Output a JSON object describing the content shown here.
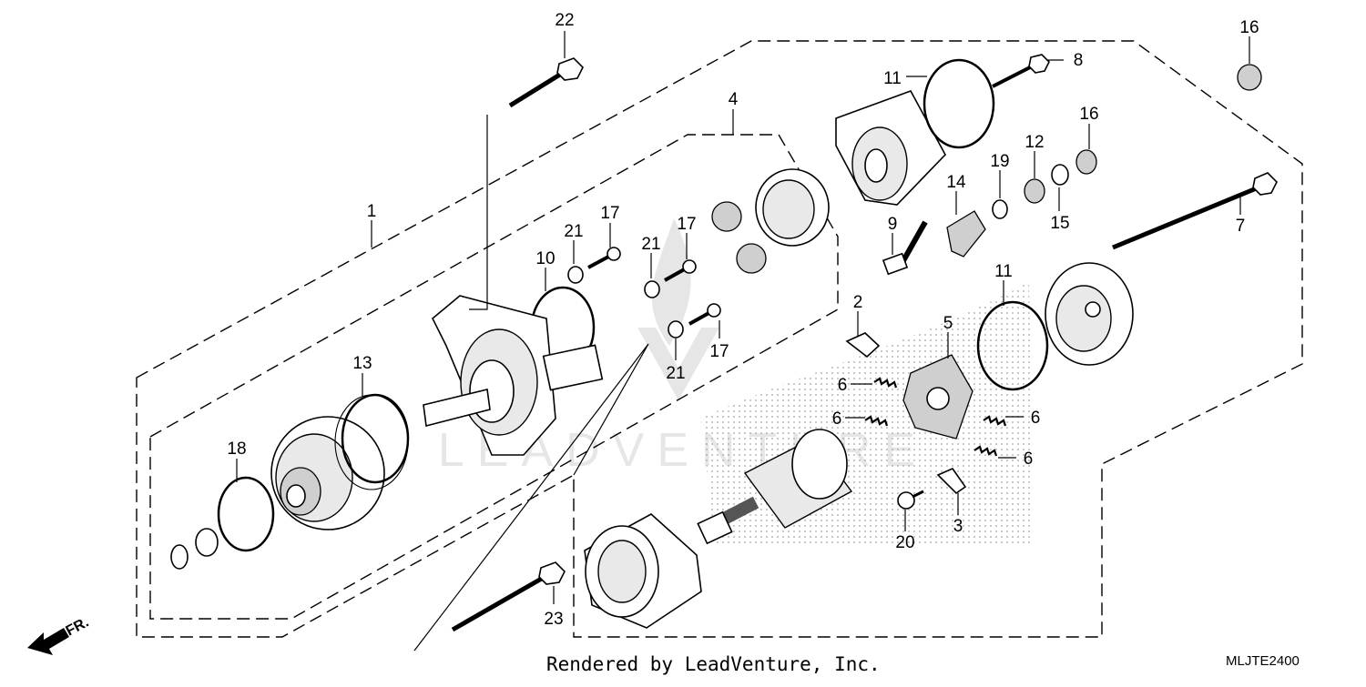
{
  "diagram": {
    "footer": "Rendered by LeadVenture, Inc.",
    "code": "MLJTE2400",
    "watermark": "LEADVENTURE",
    "direction_label": "FR.",
    "callouts": {
      "c1": "1",
      "c2": "2",
      "c3": "3",
      "c4": "4",
      "c5": "5",
      "c6a": "6",
      "c6b": "6",
      "c6c": "6",
      "c6d": "6",
      "c7": "7",
      "c8": "8",
      "c9": "9",
      "c10": "10",
      "c11a": "11",
      "c11b": "11",
      "c12": "12",
      "c13": "13",
      "c14": "14",
      "c15": "15",
      "c16a": "16",
      "c16b": "16",
      "c17a": "17",
      "c17b": "17",
      "c17c": "17",
      "c18": "18",
      "c19": "19",
      "c20": "20",
      "c21a": "21",
      "c21b": "21",
      "c21c": "21",
      "c22": "22",
      "c23": "23"
    }
  }
}
